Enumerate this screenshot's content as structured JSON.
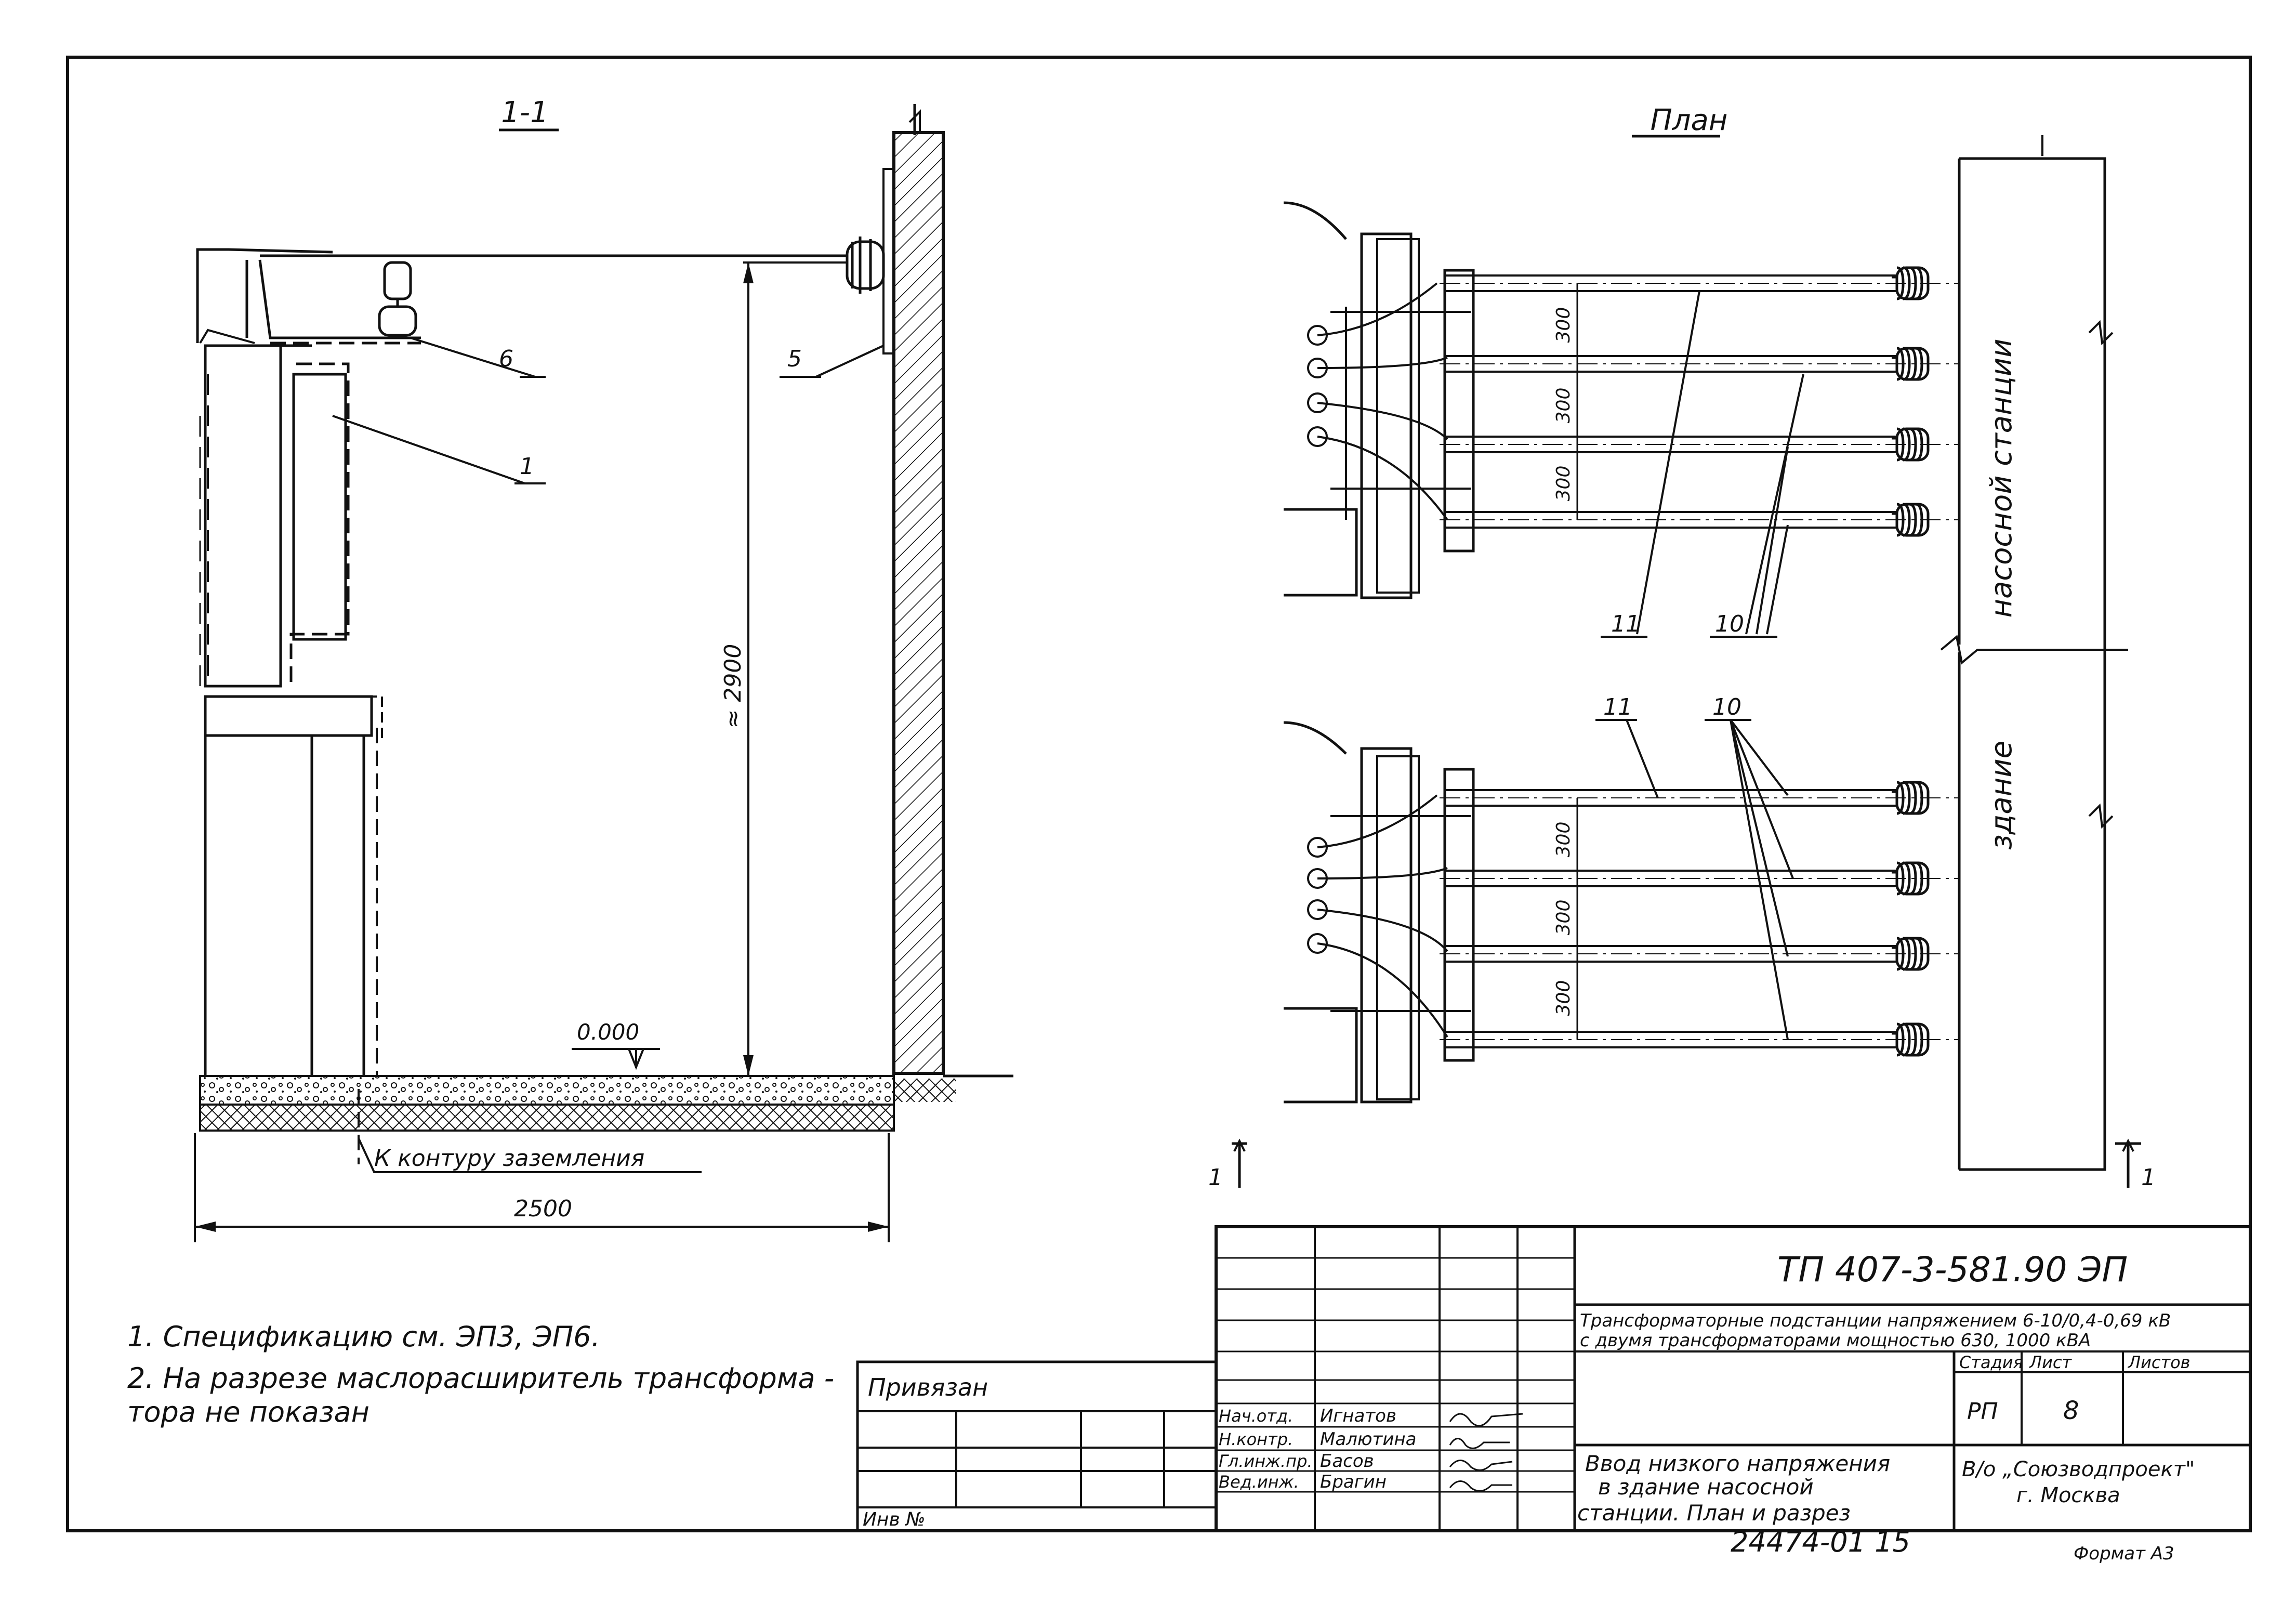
{
  "section": {
    "title": "1-1",
    "callouts": {
      "c6": "6",
      "c5": "5",
      "c1": "1"
    },
    "height_dim": "≈ 2900",
    "level": "0.000",
    "ground_note": "К контуру заземления",
    "width_dim": "2500"
  },
  "plan": {
    "title": "План",
    "spacing": "300",
    "callout_11": "11",
    "callout_10": "10",
    "section_mark": "1",
    "building_label_top": "насосной  станции",
    "building_label_bottom": "здание"
  },
  "notes": {
    "line1": "1. Спецификацию  см.  ЭП3, ЭП6.",
    "line2": "2. На разрезе  маслорасширитель трансформа -",
    "line3": "тора  не  показан"
  },
  "stamp": {
    "bound_label": "Привязан",
    "inv_label": "Инв №",
    "doc_code": "ТП  407-3-581.90  ЭП",
    "project_line1": "Трансформаторные подстанции напряжением 6-10/0,4-0,69 кВ",
    "project_line2": "с двумя трансформаторами мощностью 630, 1000 кВА",
    "stage_header": "Стадия",
    "sheet_header": "Лист",
    "sheets_header": "Листов",
    "stage_value": "РП",
    "sheet_value": "8",
    "drawing_title1": "Ввод низкого  напряжения",
    "drawing_title2": "в здание насосной",
    "drawing_title3": "станции. План и разрез",
    "org1": "В/о „Союзводпроект\"",
    "org2": "г. Москва",
    "roles": [
      "Нач.отд.",
      "Н.контр.",
      "Гл.инж.пр.",
      "Вед.инж."
    ],
    "names": [
      "Игнатов",
      "Малютина",
      "Басов",
      "Брагин"
    ],
    "archive_no": "24474-01   15",
    "format": "Формат А3"
  }
}
